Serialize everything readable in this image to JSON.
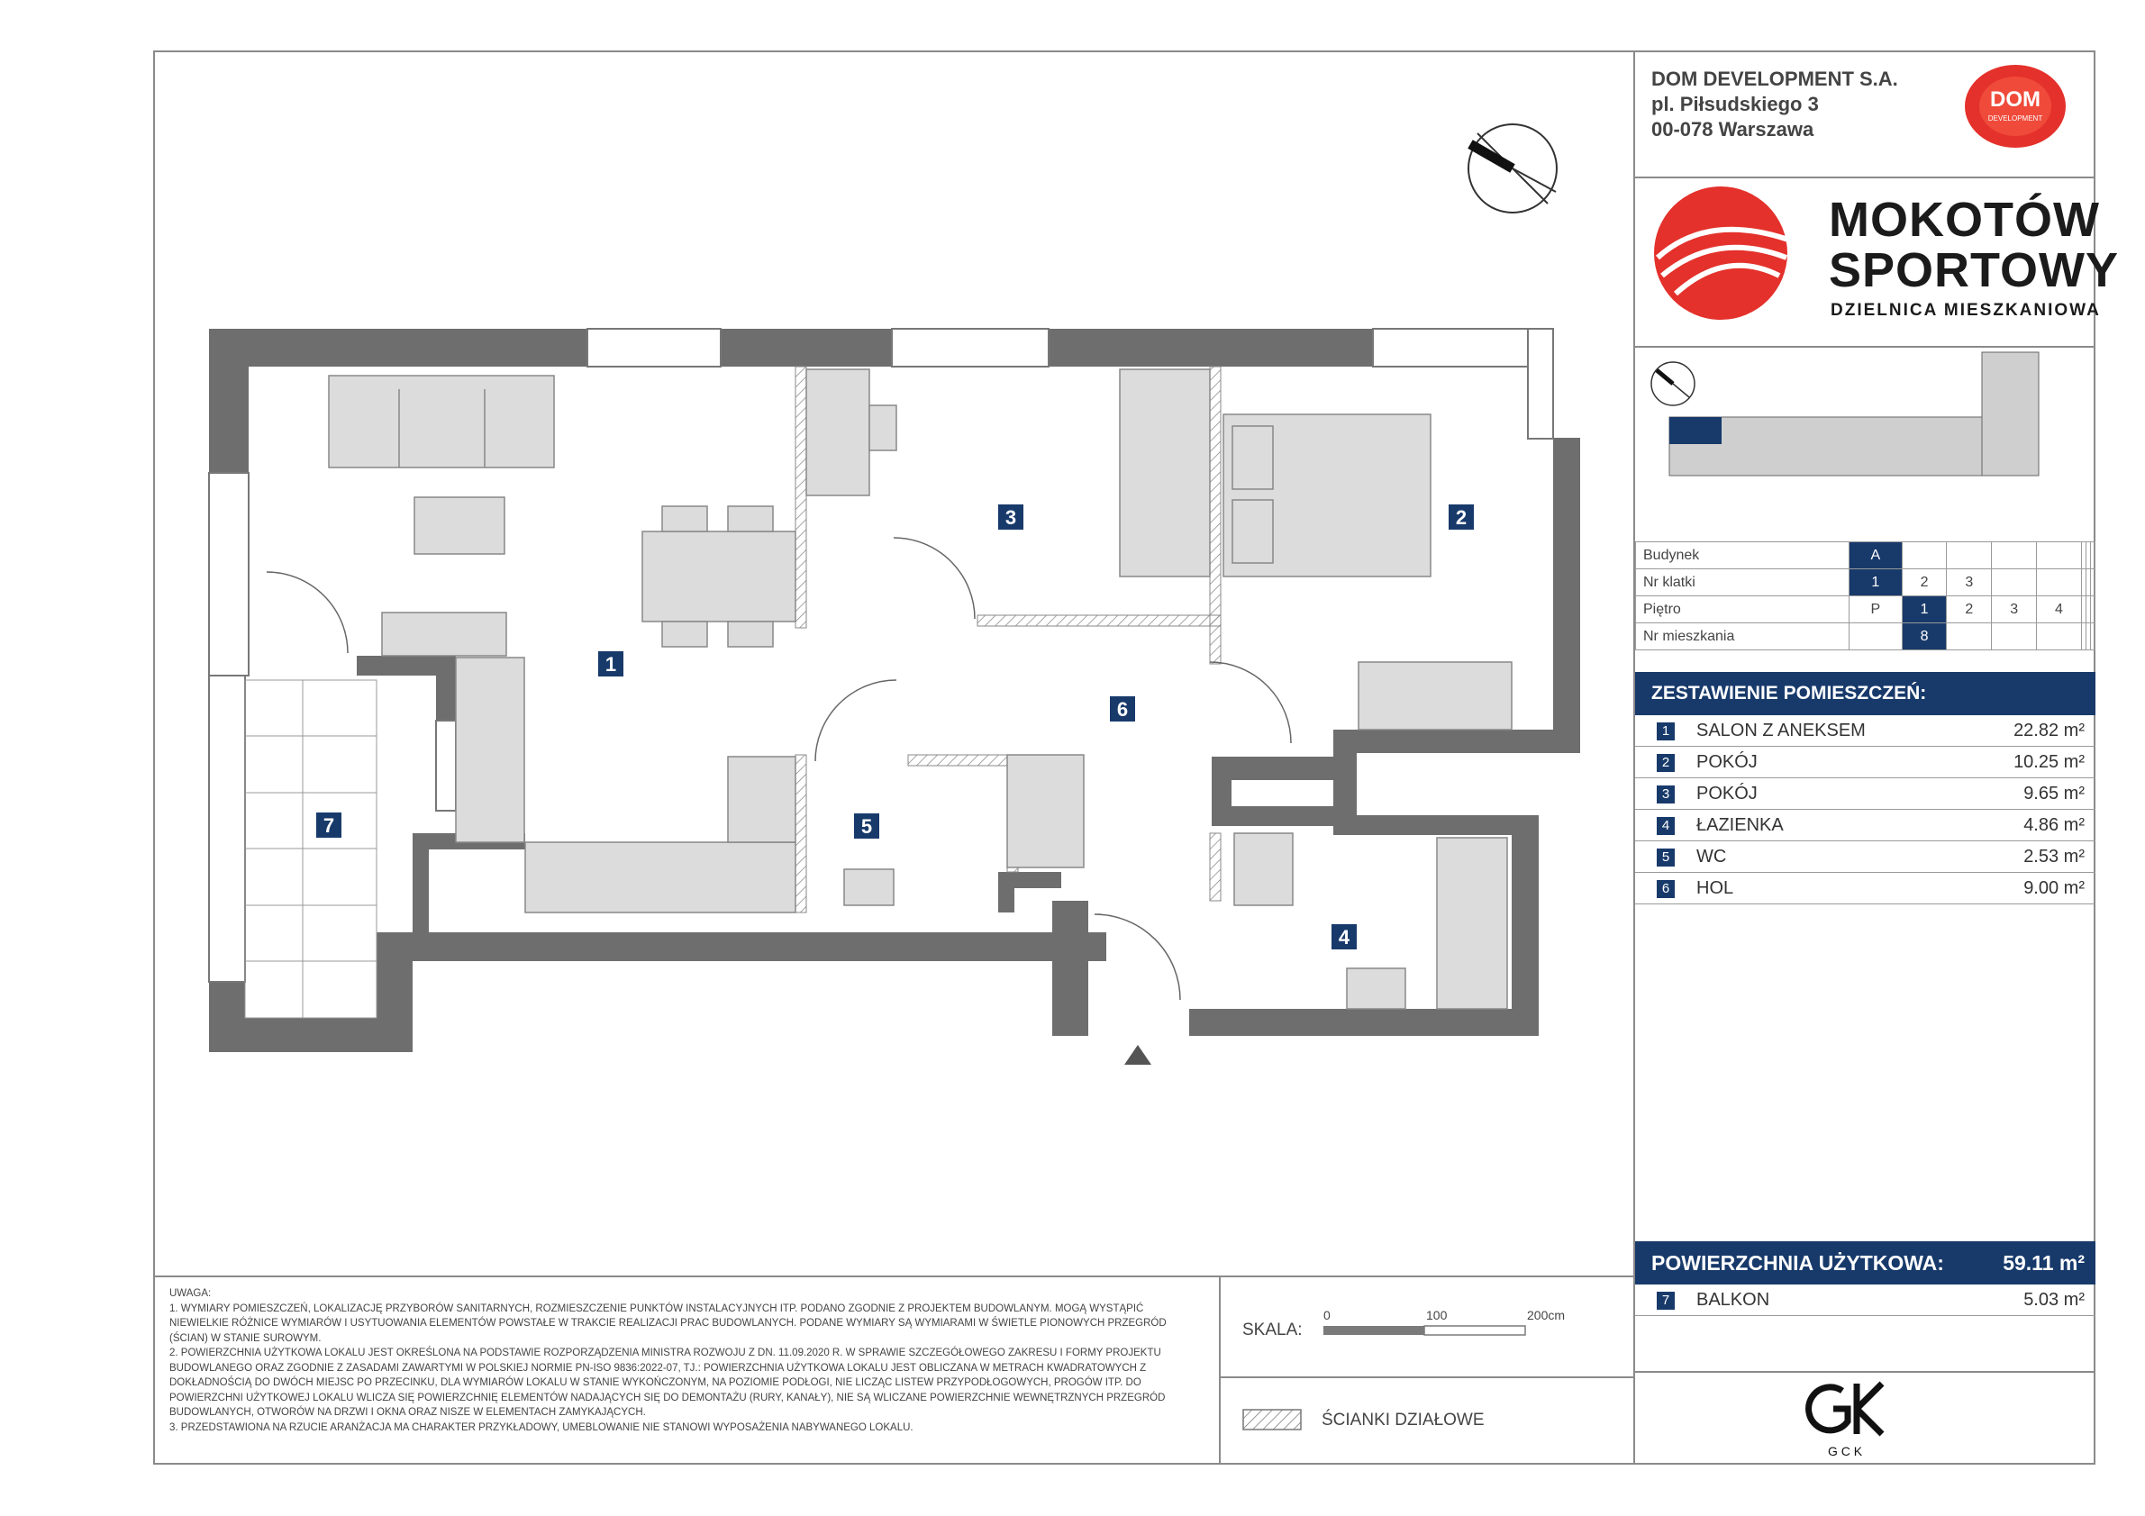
{
  "company": {
    "name": "DOM DEVELOPMENT S.A.",
    "address_line1": "pl. Piłsudskiego 3",
    "address_line2": "00-078 Warszawa",
    "logo_text_main": "DOM",
    "logo_text_sub": "DEVELOPMENT"
  },
  "project": {
    "title_line1": "MOKOTÓW",
    "title_line2": "SPORTOWY",
    "subtitle": "DZIELNICA MIESZKANIOWA"
  },
  "info": {
    "building_label": "Budynek",
    "building_options": [
      "A"
    ],
    "building_selected": "A",
    "stair_label": "Nr klatki",
    "stair_options": [
      "1",
      "2",
      "3"
    ],
    "stair_selected": "1",
    "floor_label": "Piętro",
    "floor_options": [
      "P",
      "1",
      "2",
      "3",
      "4"
    ],
    "floor_selected": "1",
    "flat_label": "Nr mieszkania",
    "flat_number": "8"
  },
  "rooms_header": "ZESTAWIENIE POMIESZCZEŃ:",
  "rooms": [
    {
      "num": "1",
      "name": "SALON Z ANEKSEM",
      "area": "22.82 m²"
    },
    {
      "num": "2",
      "name": "POKÓJ",
      "area": "10.25 m²"
    },
    {
      "num": "3",
      "name": "POKÓJ",
      "area": "9.65 m²"
    },
    {
      "num": "4",
      "name": "ŁAZIENKA",
      "area": "4.86 m²"
    },
    {
      "num": "5",
      "name": "WC",
      "area": "2.53 m²"
    },
    {
      "num": "6",
      "name": "HOL",
      "area": "9.00 m²"
    }
  ],
  "total": {
    "label": "POWIERZCHNIA UŻYTKOWA:",
    "value": "59.11 m²"
  },
  "balcony": {
    "num": "7",
    "name": "BALKON",
    "area": "5.03 m²"
  },
  "notes": {
    "title": "UWAGA:",
    "items": [
      "1. Wymiary pomieszczeń, lokalizację przyborów sanitarnych, rozmieszczenie punktów instalacyjnych itp. podano zgodnie z projektem budowlanym. Mogą wystąpić niewielkie różnice wymiarów i usytuowania elementów powstałe w trakcie realizacji prac budowlanych. Podane wymiary są wymiarami w świetle pionowych przegród (ścian) w stanie surowym.",
      "2. Powierzchnia użytkowa lokalu jest określona na podstawie rozporządzenia Ministra Rozwoju z dn. 11.09.2020 r. w sprawie szczegółowego zakresu i formy projektu budowlanego oraz zgodnie z zasadami zawartymi w polskiej normie PN-ISO 9836:2022-07, tj.: powierzchnia użytkowa lokalu jest obliczana w metrach kwadratowych z dokładnością do dwóch miejsc po przecinku, dla wymiarów lokalu w stanie wykończonym, na poziomie podłogi, nie licząc listew przypodłogowych, progów itp. Do powierzchni użytkowej lokalu wlicza się powierzchnię elementów nadających się do demontażu (rury, kanały), nie są wliczane powierzchnie wewnętrznych przegród budowlanych, otworów na drzwi i okna oraz nisze w elementach zamykających.",
      "3. Przedstawiona na rzucie aranżacja ma charakter przykładowy, umeblowanie nie stanowi wyposażenia nabywanego lokalu."
    ]
  },
  "scale": {
    "label": "SKALA:",
    "ticks": [
      "0",
      "100",
      "200cm"
    ]
  },
  "legend": {
    "partition_label": "ŚCIANKI DZIAŁOWE"
  },
  "gck": {
    "logo_text": "G C K"
  },
  "colors": {
    "navy": "#183a6b",
    "wall": "#6e6e6e",
    "furniture": "#dcdcdc",
    "brand_red": "#e4312b"
  }
}
